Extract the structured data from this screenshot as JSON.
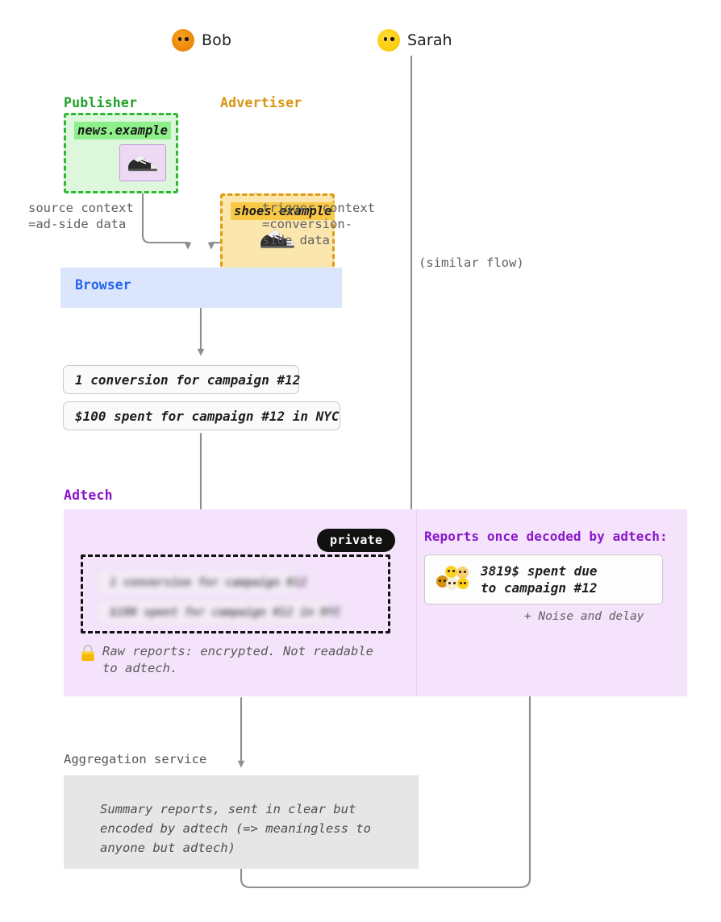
{
  "personas": [
    {
      "name": "Bob",
      "face_color": "#ef8b0c",
      "icon": "face-icon"
    },
    {
      "name": "Sarah",
      "face_color": "#fdcf12",
      "icon": "face-icon"
    }
  ],
  "publisher": {
    "label": "Publisher",
    "label_color": "#22a02a",
    "domain": "news.example",
    "ad_icon": "sneaker-icon"
  },
  "advertiser": {
    "label": "Advertiser",
    "label_color": "#d99412",
    "domain": "shoes.example",
    "ad_icon": "sneaker-icon"
  },
  "annotations": {
    "source_context": "source context\n=ad-side data",
    "trigger_context": "trigger context\n=conversion-\nside data",
    "similar_flow": "(similar flow)",
    "noise_and_delay": "+ Noise and delay"
  },
  "browser": {
    "title": "Browser",
    "title_color": "#2563f0",
    "bg_color": "#dbe6fd"
  },
  "raw_reports": [
    "1 conversion for campaign #12",
    "$100 spent for campaign #12 in NYC"
  ],
  "adtech": {
    "label": "Adtech",
    "label_color": "#8a16cc",
    "bg_color": "#f4e3fb",
    "private_badge": "private",
    "lock_icon": "lock-icon",
    "lock_note": "Raw reports: encrypted. Not readable\nto adtech.",
    "encrypted_reports": [
      "1 conversion for campaign #12",
      "$100 spent for campaign #12 in NYC"
    ],
    "decoded_heading": "Reports once decoded by adtech:",
    "decoded_report": "3819$ spent due\nto campaign #12",
    "crowd_icon": "faces-crowd-icon",
    "crowd_colors": [
      "#d6920f",
      "#fdd024",
      "#f6cf6f",
      "#f5ecd2",
      "#fdcf12"
    ]
  },
  "aggregation": {
    "label": "Aggregation service",
    "bg_color": "#e6e6e6",
    "text": "Summary reports, sent in clear but\nencoded by adtech (=> meaningless to\nanyone but adtech)"
  }
}
